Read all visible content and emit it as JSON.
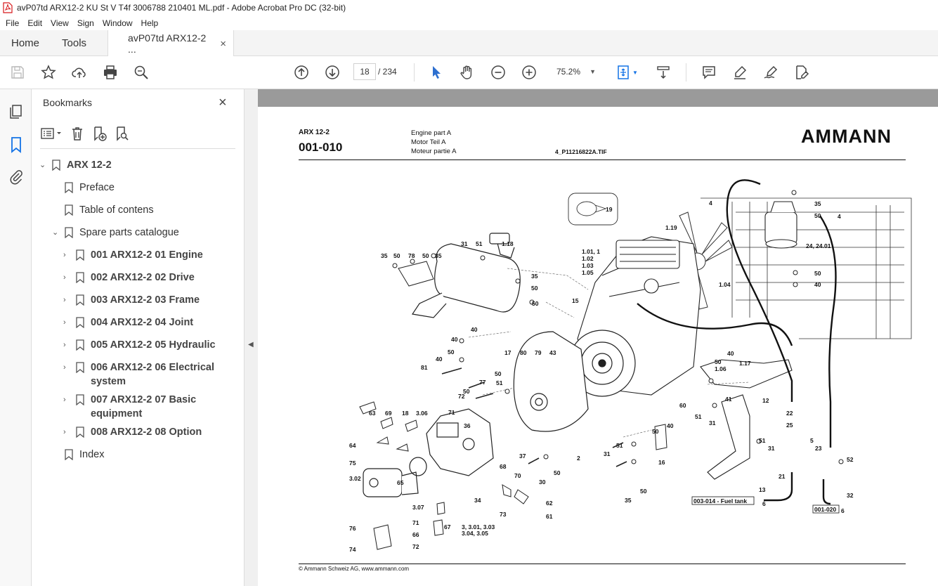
{
  "window": {
    "title": "avP07td ARX12-2 KU St V T4f 3006788 210401 ML.pdf - Adobe Acrobat Pro DC (32-bit)"
  },
  "menu": [
    "File",
    "Edit",
    "View",
    "Sign",
    "Window",
    "Help"
  ],
  "tabs": {
    "home": "Home",
    "tools": "Tools",
    "document": "avP07td ARX12-2 ...",
    "close": "×"
  },
  "toolbar": {
    "page_current": "18",
    "page_total": "/ 234",
    "zoom": "75.2%"
  },
  "bookmarks": {
    "header": "Bookmarks",
    "close": "×",
    "items": [
      {
        "label": "ARX 12-2",
        "level": 0,
        "bold": true,
        "expanded": true
      },
      {
        "label": "Preface",
        "level": 1
      },
      {
        "label": "Table of contens",
        "level": 1
      },
      {
        "label": "Spare parts catalogue",
        "level": 1,
        "expanded": true
      },
      {
        "label": "001 ARX12-2 01 Engine",
        "level": 2,
        "bold": true
      },
      {
        "label": "002 ARX12-2 02 Drive",
        "level": 2,
        "bold": true
      },
      {
        "label": "003 ARX12-2 03 Frame",
        "level": 2,
        "bold": true
      },
      {
        "label": "004 ARX12-2 04 Joint",
        "level": 2,
        "bold": true
      },
      {
        "label": "005 ARX12-2 05 Hydraulic",
        "level": 2,
        "bold": true
      },
      {
        "label": "006 ARX12-2 06 Electrical",
        "label2": "system",
        "level": 2,
        "bold": true
      },
      {
        "label": "007 ARX12-2 07 Basic",
        "label2": "equipment",
        "level": 2,
        "bold": true
      },
      {
        "label": "008 ARX12-2 08 Option",
        "level": 2,
        "bold": true
      },
      {
        "label": "Index",
        "level": 1
      }
    ]
  },
  "page": {
    "model": "ARX 12-2",
    "code": "001-010",
    "desc1": "Engine part A",
    "desc2": "Motor Teil A",
    "desc3": "Moteur partie A",
    "file": "4_P11216822A.TIF",
    "brand": "AMMANN",
    "footer": "© Ammann Schweiz AG, www.ammann.com",
    "ref_fuel_tank": "003-014 - Fuel tank",
    "ref_001_020": "001-020",
    "callouts": {
      "c4a": "4",
      "c35a": "35",
      "c50a": "50",
      "c4b": "4",
      "c2401": "24, 24.01",
      "c50b": "50",
      "c40a": "40",
      "c19": "19",
      "c119": "1.19",
      "c1011": "1.01, 1",
      "c102": "1.02",
      "c103": "1.03",
      "c105": "1.05",
      "c104": "1.04",
      "c31a": "31",
      "c51a": "51",
      "c118": "1.18",
      "c35b": "35",
      "c50c": "50",
      "c78": "78",
      "c50d": "50",
      "c35c": "35",
      "c35d": "35",
      "c50e": "50",
      "c50f": "50",
      "c15": "15",
      "c40b": "40",
      "c40c": "40",
      "c50g": "50",
      "c40d": "40",
      "c17": "17",
      "c80": "80",
      "c79": "79",
      "c43": "43",
      "c50h": "50",
      "c106": "1.06",
      "c40e": "40",
      "c117": "1.17",
      "c81": "81",
      "c77": "77",
      "c50i": "50",
      "c50j": "50",
      "c72": "72",
      "c51b": "51",
      "c12": "12",
      "c41": "41",
      "c60": "60",
      "c22": "22",
      "c25": "25",
      "c63": "63",
      "c69": "69",
      "c18": "18",
      "c306": "3.06",
      "c71a": "71",
      "c36": "36",
      "c51c": "51",
      "c31b": "31",
      "c5": "5",
      "c50k": "50",
      "c40f": "40",
      "c64": "64",
      "c23": "23",
      "c51d": "51",
      "c31c": "31",
      "c52": "52",
      "c75": "75",
      "c65": "65",
      "c68": "68",
      "c37": "37",
      "c2": "2",
      "c31d": "31",
      "c16": "16",
      "c302": "3.02",
      "c70": "70",
      "c30": "30",
      "c50l": "50",
      "c21": "21",
      "c13": "13",
      "c32": "32",
      "c307": "3.07",
      "c34": "34",
      "c62": "62",
      "c50m": "50",
      "c35e": "35",
      "c6a": "6",
      "c6b": "6",
      "c76": "76",
      "c71b": "71",
      "c67": "67",
      "c3": "3, 3.01, 3.03",
      "c3b": "3.04, 3.05",
      "c73": "73",
      "c61": "61",
      "c66": "66",
      "c72b": "72",
      "c74": "74"
    }
  },
  "colors": {
    "acrobat_red": "#d7191c",
    "bookmark_blue": "#1473e6",
    "select_blue": "#2d6fcf"
  }
}
